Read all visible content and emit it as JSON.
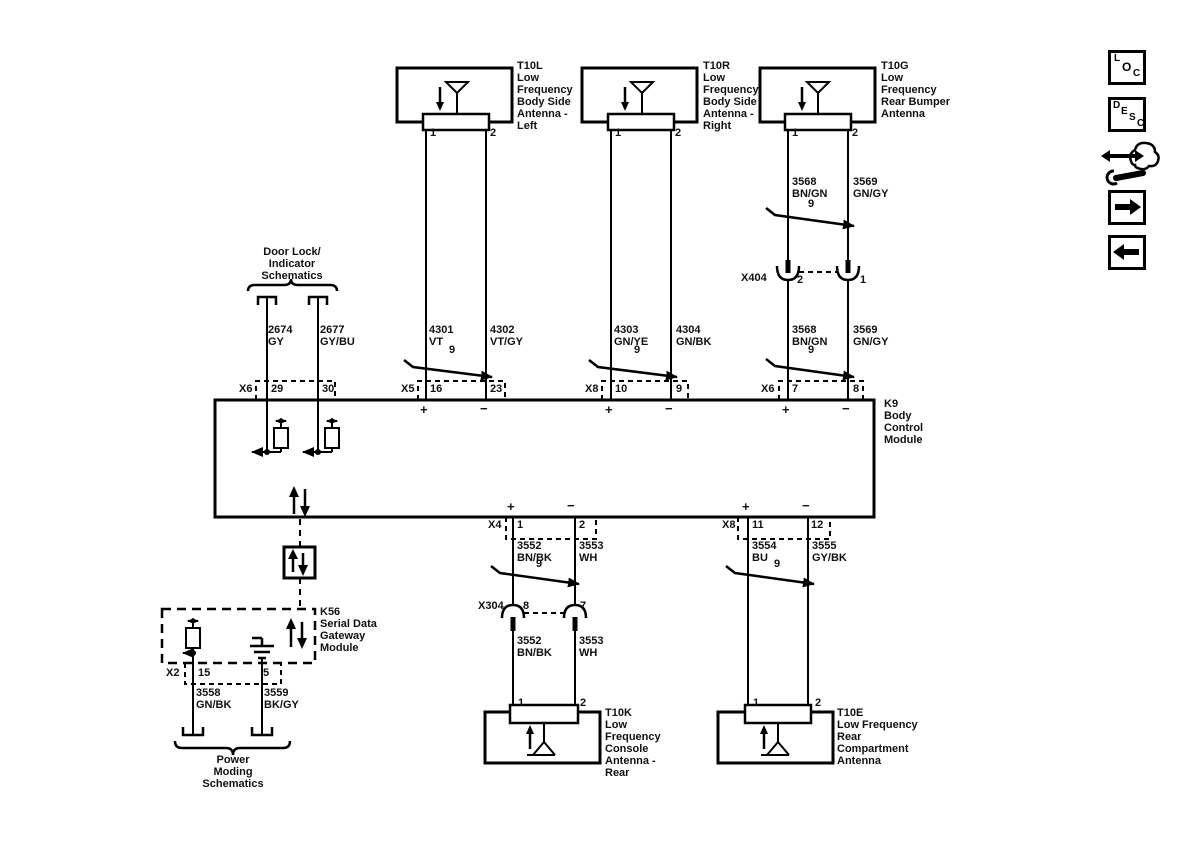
{
  "toolbar": {
    "loc": {
      "letters": [
        "L",
        "O",
        "C"
      ]
    },
    "desc": {
      "letters": [
        "D",
        "E",
        "S",
        "C"
      ]
    }
  },
  "antennas": {
    "t10l": {
      "id": "T10L",
      "name": "Low\nFrequency\nBody Side\nAntenna -\nLeft",
      "pins": [
        "1",
        "2"
      ]
    },
    "t10r": {
      "id": "T10R",
      "name": "Low\nFrequency\nBody Side\nAntenna -\nRight",
      "pins": [
        "1",
        "2"
      ]
    },
    "t10g": {
      "id": "T10G",
      "name": "Low\nFrequency\nRear Bumper\nAntenna",
      "pins": [
        "1",
        "2"
      ]
    },
    "t10k": {
      "id": "T10K",
      "name": "Low\nFrequency\nConsole\nAntenna -\nRear",
      "pins": [
        "1",
        "2"
      ]
    },
    "t10e": {
      "id": "T10E",
      "name": "Low Frequency\nRear\nCompartment\nAntenna",
      "pins": [
        "1",
        "2"
      ]
    }
  },
  "modules": {
    "k9": {
      "label": "K9\nBody\nControl\nModule"
    },
    "k56": {
      "label": "K56\nSerial Data\nGateway\nModule"
    }
  },
  "references": {
    "door_lock": "Door Lock/\nIndicator\nSchematics",
    "power_moding": "Power\nModing\nSchematics"
  },
  "connectors": {
    "x6_left": {
      "label": "X6",
      "pins": [
        "29",
        "30"
      ]
    },
    "x5": {
      "label": "X5",
      "pins": [
        "16",
        "23"
      ]
    },
    "x8_top": {
      "label": "X8",
      "pins": [
        "10",
        "9"
      ]
    },
    "x6_right": {
      "label": "X6",
      "pins": [
        "7",
        "8"
      ]
    },
    "x404": {
      "label": "X404",
      "pins": [
        "2",
        "1"
      ]
    },
    "x4": {
      "label": "X4",
      "pins": [
        "1",
        "2"
      ]
    },
    "x8_bottom": {
      "label": "X8",
      "pins": [
        "11",
        "12"
      ]
    },
    "x304": {
      "label": "X304",
      "pins": [
        "8",
        "7"
      ]
    },
    "x2": {
      "label": "X2",
      "pins": [
        "15",
        "5"
      ]
    }
  },
  "wires": {
    "w2674": {
      "circuit": "2674",
      "color": "GY"
    },
    "w2677": {
      "circuit": "2677",
      "color": "GY/BU"
    },
    "w4301": {
      "circuit": "4301",
      "color": "VT"
    },
    "w4302": {
      "circuit": "4302",
      "color": "VT/GY"
    },
    "w4303": {
      "circuit": "4303",
      "color": "GN/YE"
    },
    "w4304": {
      "circuit": "4304",
      "color": "GN/BK"
    },
    "w3568": {
      "circuit": "3568",
      "color": "BN/GN"
    },
    "w3569": {
      "circuit": "3569",
      "color": "GN/GY"
    },
    "w3552": {
      "circuit": "3552",
      "color": "BN/BK"
    },
    "w3553": {
      "circuit": "3553",
      "color": "WH"
    },
    "w3554": {
      "circuit": "3554",
      "color": "BU"
    },
    "w3555": {
      "circuit": "3555",
      "color": "GY/BK"
    },
    "w3558": {
      "circuit": "3558",
      "color": "GN/BK"
    },
    "w3559": {
      "circuit": "3559",
      "color": "BK/GY"
    }
  },
  "symbols": {
    "twisted_pair": "9",
    "plus": "+",
    "minus": "−"
  },
  "line_color": "#000000"
}
